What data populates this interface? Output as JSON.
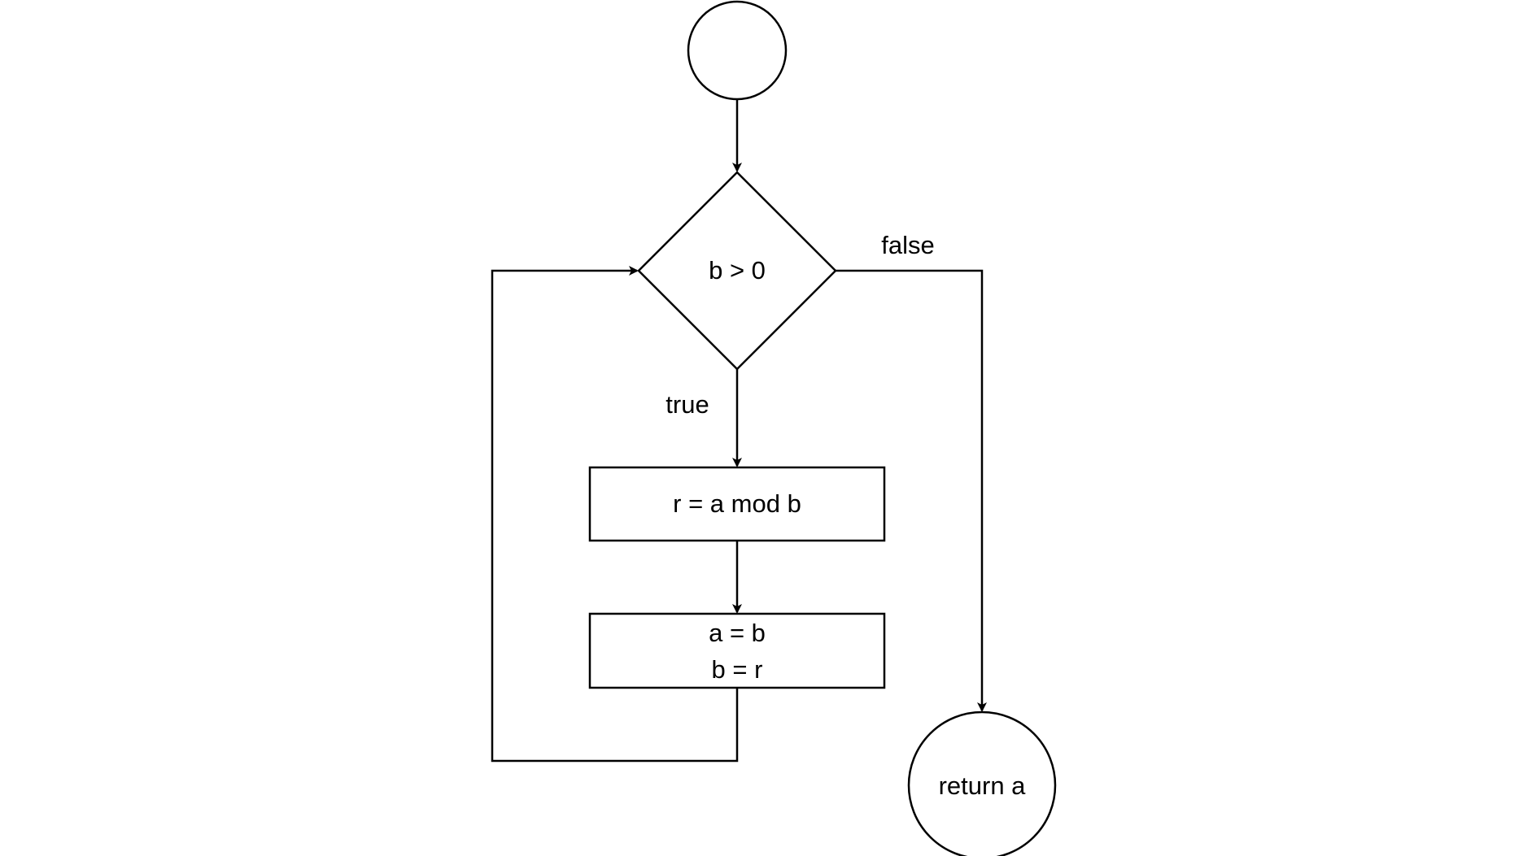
{
  "diagram": {
    "nodes": {
      "start": {
        "label": ""
      },
      "condition": {
        "label": "b > 0"
      },
      "step1": {
        "label": "r = a mod b"
      },
      "step2": {
        "line1": "a = b",
        "line2": "b = r"
      },
      "end": {
        "label": "return a"
      }
    },
    "edges": {
      "true_label": "true",
      "false_label": "false"
    },
    "colors": {
      "stroke": "#000000",
      "fill": "#ffffff"
    }
  }
}
